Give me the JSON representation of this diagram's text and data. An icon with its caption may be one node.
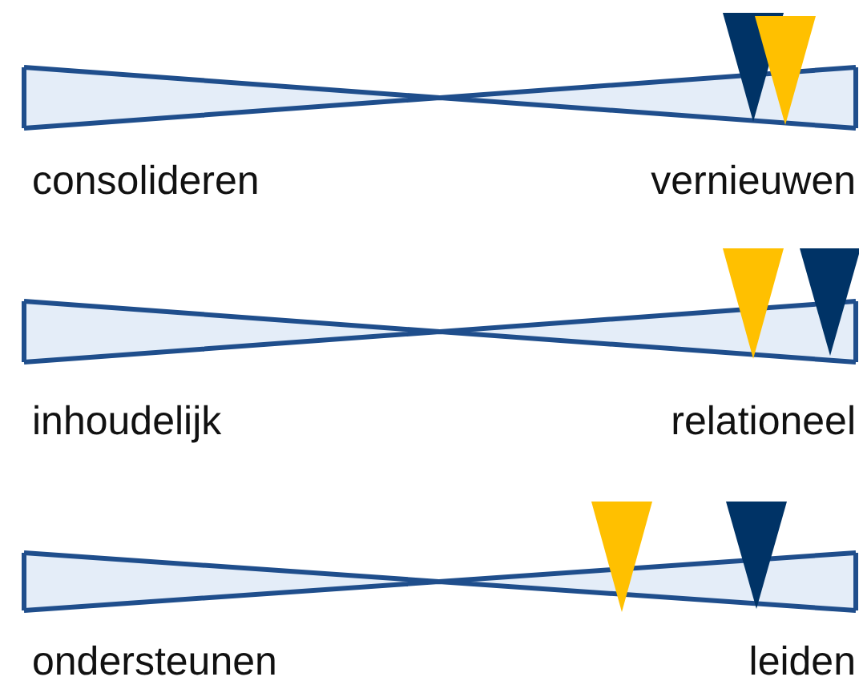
{
  "diagram": {
    "labels": [
      "consolideren",
      "vernieuwen",
      "inhoudelijk",
      "relationeel",
      "ondersteunen",
      "leiden"
    ]
  }
}
